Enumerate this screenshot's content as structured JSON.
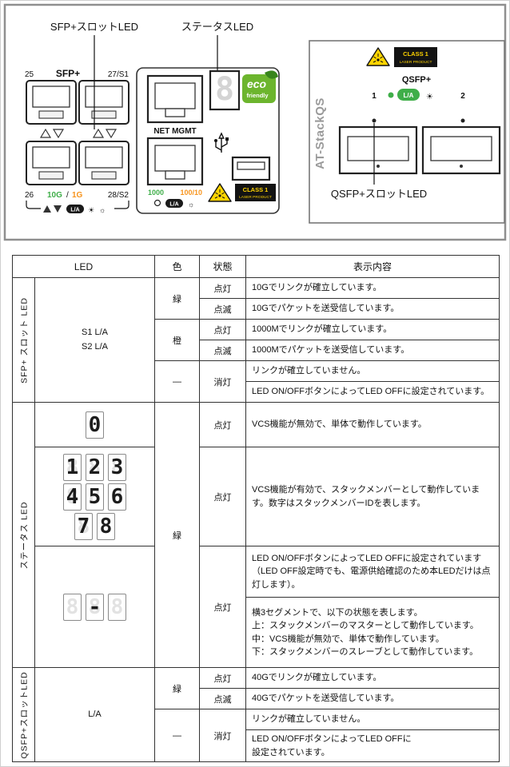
{
  "colors": {
    "green": "#3fae49",
    "amber": "#f7941d",
    "laser_yellow": "#ffd400",
    "label_black": "#131313",
    "brand_gray": "#9a9a9a",
    "eco_green": "#6cb52d"
  },
  "diagram": {
    "callouts": {
      "sfp": "SFP+スロットLED",
      "status": "ステータスLED",
      "qsfp": "QSFP+スロットLED"
    },
    "sfp_block": {
      "top_left": "25",
      "title": "SFP+",
      "top_right": "27/S1",
      "bottom_left": "26",
      "speed_green": "10G",
      "speed_sep": "/",
      "speed_amber": "1G",
      "bottom_right": "28/S2",
      "la": "L/A",
      "legend_sun1": "☀",
      "legend_sun2": "☼"
    },
    "mgmt_block": {
      "label": "NET MGMT",
      "green": "1000",
      "amber": "100/10",
      "seg_ghost": "8",
      "eco_top": "eco",
      "eco_bottom": "friendly",
      "la": "L/A",
      "legend_sun": "☼"
    },
    "laser_label": {
      "line1": "CLASS 1",
      "line2": "LASER PRODUCT"
    },
    "qsfp_block": {
      "brand": "AT-StackQS",
      "title": "QSFP+",
      "port1": "1",
      "port2": "2",
      "la": "L/A",
      "sun": "☀"
    }
  },
  "table": {
    "headers": {
      "led": "LED",
      "color": "色",
      "state": "状態",
      "desc": "表示内容"
    },
    "sfp": {
      "group": "SFP+ スロット LED",
      "led_line1": "S1 L/A",
      "led_line2": "S2 L/A",
      "color_green": "緑",
      "color_amber": "橙",
      "color_none": "―",
      "rows": [
        {
          "state": "点灯",
          "desc": "10Gでリンクが確立しています。"
        },
        {
          "state": "点滅",
          "desc": "10Gでパケットを送受信しています。"
        },
        {
          "state": "点灯",
          "desc": "1000Mでリンクが確立しています。"
        },
        {
          "state": "点滅",
          "desc": "1000Mでパケットを送受信しています。"
        },
        {
          "state": "消灯",
          "desc": "リンクが確立していません。"
        },
        {
          "desc": "LED ON/OFFボタンによってLED OFFに設定されています。"
        }
      ]
    },
    "status": {
      "group": "ステータス LED",
      "color": "緑",
      "ghost": "8",
      "digit_single": "0",
      "digits": [
        [
          "1",
          "2",
          "3"
        ],
        [
          "4",
          "5",
          "6"
        ],
        [
          "7",
          "8"
        ]
      ],
      "dash": "-",
      "rows": [
        {
          "state": "点灯",
          "desc": "VCS機能が無効で、単体で動作しています。"
        },
        {
          "state": "点灯",
          "desc": "VCS機能が有効で、スタックメンバーとして動作しています。数字はスタックメンバーIDを表します。"
        },
        {
          "state": "点灯",
          "desc": "LED ON/OFFボタンによってLED OFFに設定されています （LED OFF設定時でも、電源供給確認のため本LEDだけは点灯します）。"
        },
        {
          "desc": "横3セグメントで、以下の状態を表します。\n上：スタックメンバーのマスターとして動作しています。\n中：VCS機能が無効で、単体で動作しています。\n下：スタックメンバーのスレーブとして動作しています。"
        }
      ]
    },
    "qsfp": {
      "group": "QSFP+スロットLED",
      "led": "L/A",
      "color_green": "緑",
      "color_none": "―",
      "rows": [
        {
          "state": "点灯",
          "desc": "40Gでリンクが確立しています。"
        },
        {
          "state": "点滅",
          "desc": "40Gでパケットを送受信しています。"
        },
        {
          "state": "消灯",
          "desc": "リンクが確立していません。"
        },
        {
          "desc": "LED ON/OFFボタンによってLED OFFに\n設定されています。"
        }
      ]
    }
  }
}
